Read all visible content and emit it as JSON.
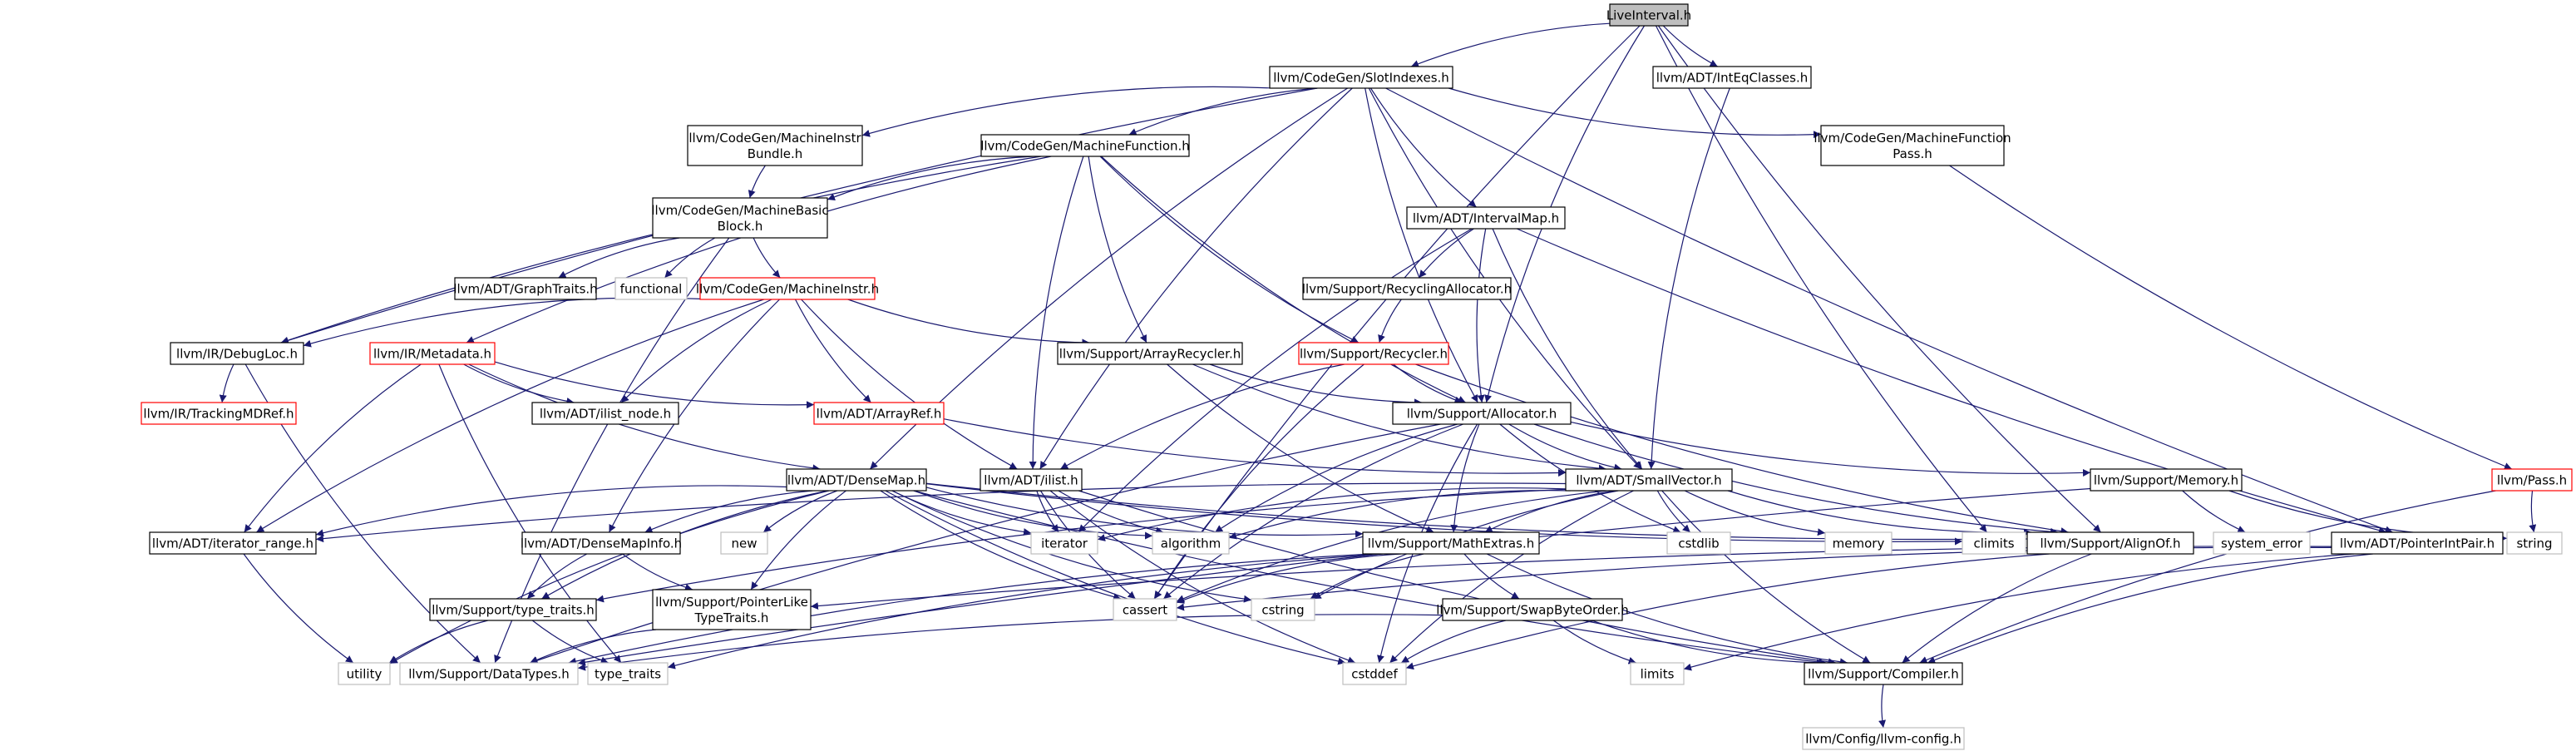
{
  "colors": {
    "edge": "#191970",
    "root_fill": "#bfbfbf",
    "box_border": "#000000",
    "missing_border": "#bfbfbf",
    "incomplete_border": "#ff0000",
    "text": "#000000",
    "background": "#ffffff"
  },
  "nodes": [
    {
      "id": "LiveInterval",
      "label": [
        "LiveInterval.h"
      ],
      "style": "root"
    },
    {
      "id": "SlotIndexes",
      "label": [
        "llvm/CodeGen/SlotIndexes.h"
      ],
      "style": "box"
    },
    {
      "id": "IntEqClasses",
      "label": [
        "llvm/ADT/IntEqClasses.h"
      ],
      "style": "box"
    },
    {
      "id": "MachineInstrBundle",
      "label": [
        "llvm/CodeGen/MachineInstr",
        "Bundle.h"
      ],
      "style": "box"
    },
    {
      "id": "MachineFunction",
      "label": [
        "llvm/CodeGen/MachineFunction.h"
      ],
      "style": "box"
    },
    {
      "id": "MachineFunctionPass",
      "label": [
        "llvm/CodeGen/MachineFunction",
        "Pass.h"
      ],
      "style": "box"
    },
    {
      "id": "MachineBasicBlock",
      "label": [
        "llvm/CodeGen/MachineBasic",
        "Block.h"
      ],
      "style": "box"
    },
    {
      "id": "IntervalMap",
      "label": [
        "llvm/ADT/IntervalMap.h"
      ],
      "style": "box"
    },
    {
      "id": "GraphTraits",
      "label": [
        "llvm/ADT/GraphTraits.h"
      ],
      "style": "box"
    },
    {
      "id": "functional",
      "label": [
        "functional"
      ],
      "style": "missing"
    },
    {
      "id": "MachineInstr",
      "label": [
        "llvm/CodeGen/MachineInstr.h"
      ],
      "style": "incomplete"
    },
    {
      "id": "RecyclingAllocator",
      "label": [
        "llvm/Support/RecyclingAllocator.h"
      ],
      "style": "box"
    },
    {
      "id": "DebugLoc",
      "label": [
        "llvm/IR/DebugLoc.h"
      ],
      "style": "box"
    },
    {
      "id": "Metadata",
      "label": [
        "llvm/IR/Metadata.h"
      ],
      "style": "incomplete"
    },
    {
      "id": "ArrayRecycler",
      "label": [
        "llvm/Support/ArrayRecycler.h"
      ],
      "style": "box"
    },
    {
      "id": "Recycler",
      "label": [
        "llvm/Support/Recycler.h"
      ],
      "style": "incomplete"
    },
    {
      "id": "TrackingMDRef",
      "label": [
        "llvm/IR/TrackingMDRef.h"
      ],
      "style": "incomplete"
    },
    {
      "id": "ilist_node",
      "label": [
        "llvm/ADT/ilist_node.h"
      ],
      "style": "box"
    },
    {
      "id": "ArrayRef",
      "label": [
        "llvm/ADT/ArrayRef.h"
      ],
      "style": "incomplete"
    },
    {
      "id": "Allocator",
      "label": [
        "llvm/Support/Allocator.h"
      ],
      "style": "box"
    },
    {
      "id": "Pass",
      "label": [
        "llvm/Pass.h"
      ],
      "style": "incomplete"
    },
    {
      "id": "DenseMap",
      "label": [
        "llvm/ADT/DenseMap.h"
      ],
      "style": "box"
    },
    {
      "id": "ilist",
      "label": [
        "llvm/ADT/ilist.h"
      ],
      "style": "box"
    },
    {
      "id": "SmallVector",
      "label": [
        "llvm/ADT/SmallVector.h"
      ],
      "style": "box"
    },
    {
      "id": "Memory",
      "label": [
        "llvm/Support/Memory.h"
      ],
      "style": "box"
    },
    {
      "id": "iterator_range",
      "label": [
        "llvm/ADT/iterator_range.h"
      ],
      "style": "box"
    },
    {
      "id": "DenseMapInfo",
      "label": [
        "llvm/ADT/DenseMapInfo.h"
      ],
      "style": "box"
    },
    {
      "id": "new",
      "label": [
        "new"
      ],
      "style": "missing"
    },
    {
      "id": "iterator",
      "label": [
        "iterator"
      ],
      "style": "missing"
    },
    {
      "id": "algorithm",
      "label": [
        "algorithm"
      ],
      "style": "missing"
    },
    {
      "id": "MathExtras",
      "label": [
        "llvm/Support/MathExtras.h"
      ],
      "style": "box"
    },
    {
      "id": "cstdlib",
      "label": [
        "cstdlib"
      ],
      "style": "missing"
    },
    {
      "id": "memory",
      "label": [
        "memory"
      ],
      "style": "missing"
    },
    {
      "id": "climits",
      "label": [
        "climits"
      ],
      "style": "missing"
    },
    {
      "id": "AlignOf",
      "label": [
        "llvm/Support/AlignOf.h"
      ],
      "style": "box"
    },
    {
      "id": "system_error",
      "label": [
        "system_error"
      ],
      "style": "missing"
    },
    {
      "id": "PointerIntPair",
      "label": [
        "llvm/ADT/PointerIntPair.h"
      ],
      "style": "box"
    },
    {
      "id": "string",
      "label": [
        "string"
      ],
      "style": "missing"
    },
    {
      "id": "type_traits_h",
      "label": [
        "llvm/Support/type_traits.h"
      ],
      "style": "box"
    },
    {
      "id": "PointerLikeTypeTraits",
      "label": [
        "llvm/Support/PointerLike",
        "TypeTraits.h"
      ],
      "style": "box"
    },
    {
      "id": "cassert",
      "label": [
        "cassert"
      ],
      "style": "missing"
    },
    {
      "id": "cstring",
      "label": [
        "cstring"
      ],
      "style": "missing"
    },
    {
      "id": "SwapByteOrder",
      "label": [
        "llvm/Support/SwapByteOrder.h"
      ],
      "style": "box"
    },
    {
      "id": "utility",
      "label": [
        "utility"
      ],
      "style": "missing"
    },
    {
      "id": "DataTypes",
      "label": [
        "llvm/Support/DataTypes.h"
      ],
      "style": "missing"
    },
    {
      "id": "type_traits",
      "label": [
        "type_traits"
      ],
      "style": "missing"
    },
    {
      "id": "cstddef",
      "label": [
        "cstddef"
      ],
      "style": "missing"
    },
    {
      "id": "limits",
      "label": [
        "limits"
      ],
      "style": "missing"
    },
    {
      "id": "Compiler",
      "label": [
        "llvm/Support/Compiler.h"
      ],
      "style": "box"
    },
    {
      "id": "llvm_config",
      "label": [
        "llvm/Config/llvm-config.h"
      ],
      "style": "missing"
    }
  ],
  "edges": [
    [
      "LiveInterval",
      "SlotIndexes"
    ],
    [
      "LiveInterval",
      "IntEqClasses"
    ],
    [
      "LiveInterval",
      "Allocator"
    ],
    [
      "LiveInterval",
      "AlignOf"
    ],
    [
      "LiveInterval",
      "cassert"
    ],
    [
      "LiveInterval",
      "climits"
    ],
    [
      "SlotIndexes",
      "MachineInstrBundle"
    ],
    [
      "SlotIndexes",
      "MachineFunction"
    ],
    [
      "SlotIndexes",
      "MachineFunctionPass"
    ],
    [
      "SlotIndexes",
      "IntervalMap"
    ],
    [
      "SlotIndexes",
      "ilist"
    ],
    [
      "SlotIndexes",
      "Allocator"
    ],
    [
      "SlotIndexes",
      "PointerIntPair"
    ],
    [
      "SlotIndexes",
      "SmallVector"
    ],
    [
      "SlotIndexes",
      "DenseMap"
    ],
    [
      "SlotIndexes",
      "DebugLoc"
    ],
    [
      "IntEqClasses",
      "SmallVector"
    ],
    [
      "MachineInstrBundle",
      "MachineBasicBlock"
    ],
    [
      "MachineFunction",
      "MachineBasicBlock"
    ],
    [
      "MachineFunction",
      "Metadata"
    ],
    [
      "MachineFunction",
      "ArrayRecycler"
    ],
    [
      "MachineFunction",
      "Recycler"
    ],
    [
      "MachineFunction",
      "Allocator"
    ],
    [
      "MachineFunction",
      "ilist"
    ],
    [
      "MachineFunction",
      "DebugLoc"
    ],
    [
      "MachineFunctionPass",
      "Pass"
    ],
    [
      "MachineBasicBlock",
      "GraphTraits"
    ],
    [
      "MachineBasicBlock",
      "functional"
    ],
    [
      "MachineBasicBlock",
      "MachineInstr"
    ],
    [
      "MachineBasicBlock",
      "DataTypes"
    ],
    [
      "MachineInstr",
      "DebugLoc"
    ],
    [
      "MachineInstr",
      "ilist_node"
    ],
    [
      "MachineInstr",
      "ArrayRef"
    ],
    [
      "MachineInstr",
      "ArrayRecycler"
    ],
    [
      "MachineInstr",
      "iterator_range"
    ],
    [
      "MachineInstr",
      "DenseMapInfo"
    ],
    [
      "MachineInstr",
      "ilist"
    ],
    [
      "IntervalMap",
      "RecyclingAllocator"
    ],
    [
      "IntervalMap",
      "Allocator"
    ],
    [
      "IntervalMap",
      "SmallVector"
    ],
    [
      "IntervalMap",
      "PointerIntPair"
    ],
    [
      "IntervalMap",
      "iterator"
    ],
    [
      "RecyclingAllocator",
      "Recycler"
    ],
    [
      "DebugLoc",
      "TrackingMDRef"
    ],
    [
      "DebugLoc",
      "DataTypes"
    ],
    [
      "Metadata",
      "ilist_node"
    ],
    [
      "Metadata",
      "ArrayRef"
    ],
    [
      "Metadata",
      "DenseMap"
    ],
    [
      "Metadata",
      "iterator_range"
    ],
    [
      "Metadata",
      "type_traits"
    ],
    [
      "ArrayRecycler",
      "SmallVector"
    ],
    [
      "ArrayRecycler",
      "MathExtras"
    ],
    [
      "ArrayRecycler",
      "Allocator"
    ],
    [
      "Recycler",
      "Allocator"
    ],
    [
      "Recycler",
      "ilist"
    ],
    [
      "Recycler",
      "AlignOf"
    ],
    [
      "Recycler",
      "cassert"
    ],
    [
      "ArrayRef",
      "SmallVector"
    ],
    [
      "Allocator",
      "SmallVector"
    ],
    [
      "Allocator",
      "AlignOf"
    ],
    [
      "Allocator",
      "DataTypes"
    ],
    [
      "Allocator",
      "MathExtras"
    ],
    [
      "Allocator",
      "Memory"
    ],
    [
      "Allocator",
      "algorithm"
    ],
    [
      "Allocator",
      "cassert"
    ],
    [
      "Allocator",
      "cstddef"
    ],
    [
      "Allocator",
      "cstdlib"
    ],
    [
      "Pass",
      "string"
    ],
    [
      "Pass",
      "Compiler"
    ],
    [
      "DenseMap",
      "DenseMapInfo"
    ],
    [
      "DenseMap",
      "iterator_range"
    ],
    [
      "DenseMap",
      "type_traits_h"
    ],
    [
      "DenseMap",
      "PointerLikeTypeTraits"
    ],
    [
      "DenseMap",
      "MathExtras"
    ],
    [
      "DenseMap",
      "AlignOf"
    ],
    [
      "DenseMap",
      "new"
    ],
    [
      "DenseMap",
      "iterator"
    ],
    [
      "DenseMap",
      "algorithm"
    ],
    [
      "DenseMap",
      "cassert"
    ],
    [
      "DenseMap",
      "climits"
    ],
    [
      "DenseMap",
      "cstddef"
    ],
    [
      "DenseMap",
      "cstring"
    ],
    [
      "DenseMap",
      "utility"
    ],
    [
      "DenseMap",
      "Compiler"
    ],
    [
      "ilist",
      "iterator"
    ],
    [
      "ilist",
      "algorithm"
    ],
    [
      "ilist",
      "cassert"
    ],
    [
      "ilist",
      "cstddef"
    ],
    [
      "ilist",
      "Compiler"
    ],
    [
      "SmallVector",
      "iterator_range"
    ],
    [
      "SmallVector",
      "AlignOf"
    ],
    [
      "SmallVector",
      "Compiler"
    ],
    [
      "SmallVector",
      "MathExtras"
    ],
    [
      "SmallVector",
      "type_traits_h"
    ],
    [
      "SmallVector",
      "algorithm"
    ],
    [
      "SmallVector",
      "cassert"
    ],
    [
      "SmallVector",
      "cstddef"
    ],
    [
      "SmallVector",
      "cstdlib"
    ],
    [
      "SmallVector",
      "cstring"
    ],
    [
      "SmallVector",
      "iterator"
    ],
    [
      "SmallVector",
      "memory"
    ],
    [
      "Memory",
      "DataTypes"
    ],
    [
      "Memory",
      "system_error"
    ],
    [
      "Memory",
      "string"
    ],
    [
      "iterator_range",
      "utility"
    ],
    [
      "DenseMapInfo",
      "PointerLikeTypeTraits"
    ],
    [
      "DenseMapInfo",
      "type_traits_h"
    ],
    [
      "MathExtras",
      "Compiler"
    ],
    [
      "MathExtras",
      "SwapByteOrder"
    ],
    [
      "MathExtras",
      "DataTypes"
    ],
    [
      "MathExtras",
      "cassert"
    ],
    [
      "MathExtras",
      "cstring"
    ],
    [
      "MathExtras",
      "type_traits"
    ],
    [
      "AlignOf",
      "Compiler"
    ],
    [
      "AlignOf",
      "cstddef"
    ],
    [
      "PointerIntPair",
      "Compiler"
    ],
    [
      "PointerIntPair",
      "PointerLikeTypeTraits"
    ],
    [
      "PointerIntPair",
      "cassert"
    ],
    [
      "PointerIntPair",
      "limits"
    ],
    [
      "type_traits_h",
      "utility"
    ],
    [
      "type_traits_h",
      "type_traits"
    ],
    [
      "PointerLikeTypeTraits",
      "DataTypes"
    ],
    [
      "SwapByteOrder",
      "Compiler"
    ],
    [
      "SwapByteOrder",
      "DataTypes"
    ],
    [
      "SwapByteOrder",
      "cstddef"
    ],
    [
      "SwapByteOrder",
      "limits"
    ],
    [
      "Compiler",
      "llvm_config"
    ]
  ]
}
